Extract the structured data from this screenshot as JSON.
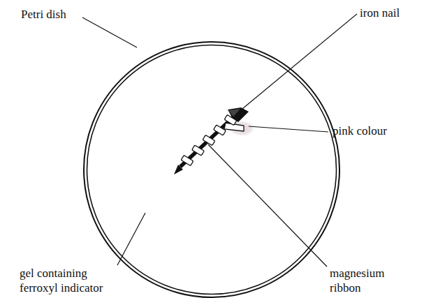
{
  "diagram": {
    "labels": [
      "Petri dish",
      "iron nail",
      "pink colour",
      "gel containing ferroxyl indicator",
      "magnesium ribbon"
    ]
  }
}
